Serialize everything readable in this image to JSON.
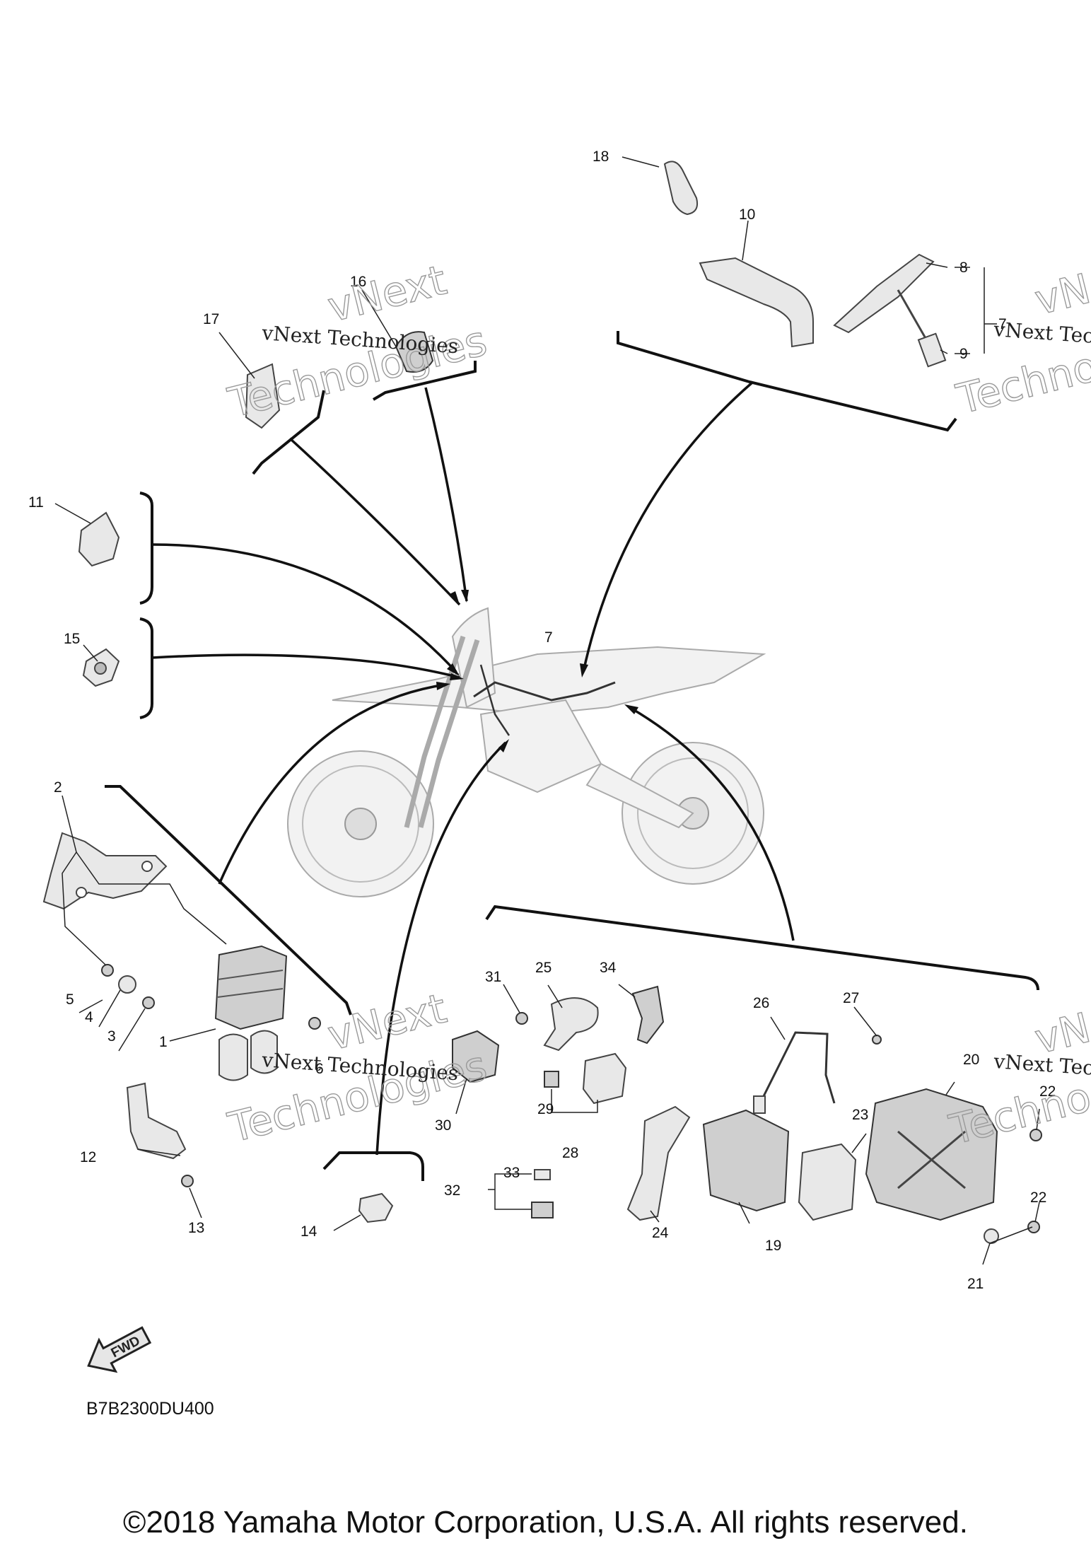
{
  "callouts": {
    "c1": "1",
    "c2": "2",
    "c3": "3",
    "c4": "4",
    "c5": "5",
    "c6": "6",
    "c7a": "7",
    "c7b": "7",
    "c8": "8",
    "c9": "9",
    "c10": "10",
    "c11": "11",
    "c12": "12",
    "c13": "13",
    "c14": "14",
    "c15": "15",
    "c16": "16",
    "c17": "17",
    "c18": "18",
    "c19": "19",
    "c20": "20",
    "c21": "21",
    "c22a": "22",
    "c22b": "22",
    "c23": "23",
    "c24": "24",
    "c25": "25",
    "c26": "26",
    "c27": "27",
    "c28": "28",
    "c29": "29",
    "c30": "30",
    "c31": "31",
    "c32": "32",
    "c33": "33",
    "c34": "34"
  },
  "watermark": {
    "line_small": "vNext Technologies",
    "word_a": "vNext",
    "word_b": "Technologies",
    "word_c": "Techno"
  },
  "fwd_label": "FWD",
  "diagram_code": "B7B2300DU400",
  "copyright": "©2018 Yamaha Motor Corporation, U.S.A. All rights reserved."
}
